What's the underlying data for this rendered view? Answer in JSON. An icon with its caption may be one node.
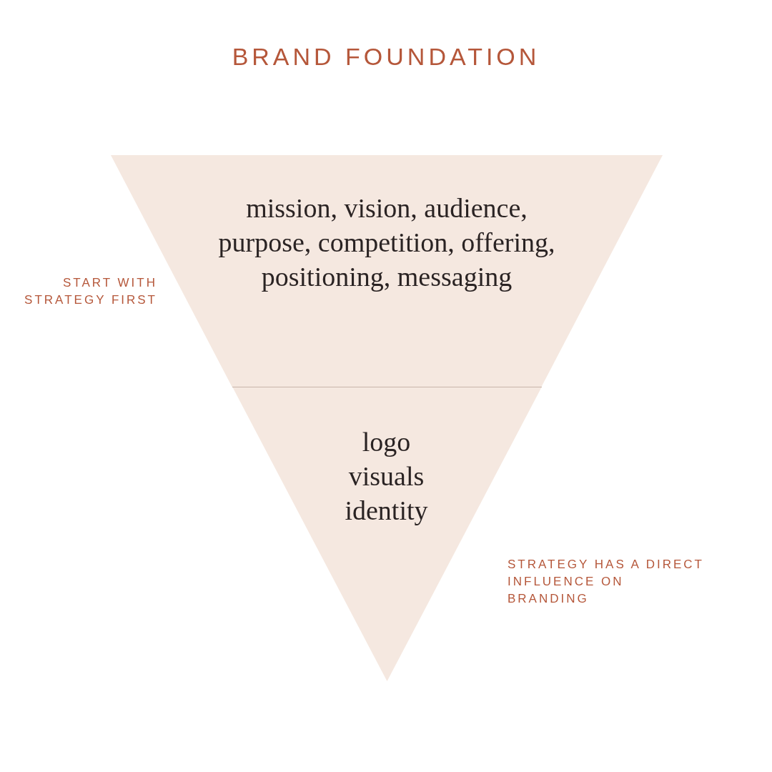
{
  "diagram": {
    "title": "BRAND FOUNDATION",
    "nodes": [
      {
        "text": [
          "mission, vision, audience, purpose, competition, offering, positioning, messaging"
        ]
      },
      {
        "text": [
          "logo",
          "visuals",
          "identity"
        ]
      }
    ],
    "edges": [],
    "labels": [
      "START WITH STRATEGY FIRST",
      "STRATEGY HAS A DIRECT INFLUENCE ON BRANDING"
    ]
  }
}
